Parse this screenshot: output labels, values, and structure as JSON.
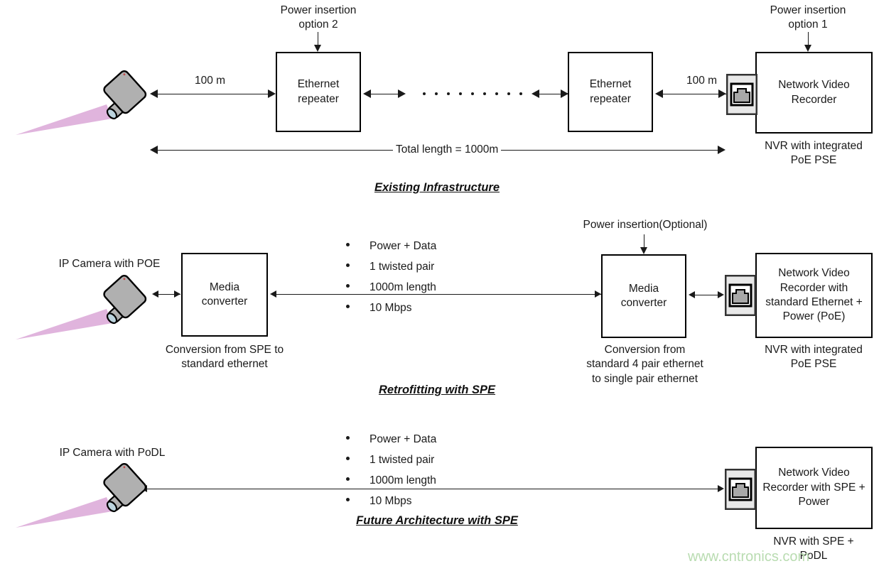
{
  "diagram": {
    "watermark": "www.cntronics.com",
    "beam_color": "#e0b4dd",
    "device_color": "#b0b0b0",
    "line_color": "#1a1a1a",
    "watermark_color": "#b9dcb1"
  },
  "row1": {
    "section_title": "Existing Infrastructure",
    "power_label_2": "Power insertion\noption 2",
    "power_label_1": "Power insertion\noption 1",
    "dim_left": "100 m",
    "dim_right": "100 m",
    "repeater_1": "Ethernet\nrepeater",
    "repeater_2": "Ethernet\nrepeater",
    "nvr": "Network Video\nRecorder",
    "nvr_caption": "NVR with integrated\nPoE PSE",
    "total_length": "Total length = 1000m",
    "dot_count": 9,
    "camera_name": "ip-camera"
  },
  "row2": {
    "section_title": "Retrofitting with SPE",
    "camera_label": "IP Camera with POE",
    "converter_left": "Media\nconverter",
    "converter_left_caption": "Conversion from SPE to\nstandard ethernet",
    "converter_right": "Media\nconverter",
    "converter_right_caption": "Conversion from\nstandard 4 pair ethernet\nto single pair ethernet",
    "power_label": "Power insertion(Optional)",
    "nvr": "Network Video\nRecorder with\nstandard Ethernet +\nPower (PoE)",
    "nvr_caption": "NVR with integrated\nPoE PSE",
    "bullets": [
      "Power + Data",
      "1 twisted pair",
      "1000m length",
      "10 Mbps"
    ]
  },
  "row3": {
    "section_title": "Future Architecture with SPE",
    "camera_label": "IP Camera with PoDL",
    "nvr": "Network Video\nRecorder with SPE +\nPower",
    "nvr_caption": "NVR with SPE +\nPoDL",
    "bullets": [
      "Power + Data",
      "1 twisted pair",
      "1000m length",
      "10 Mbps"
    ]
  }
}
